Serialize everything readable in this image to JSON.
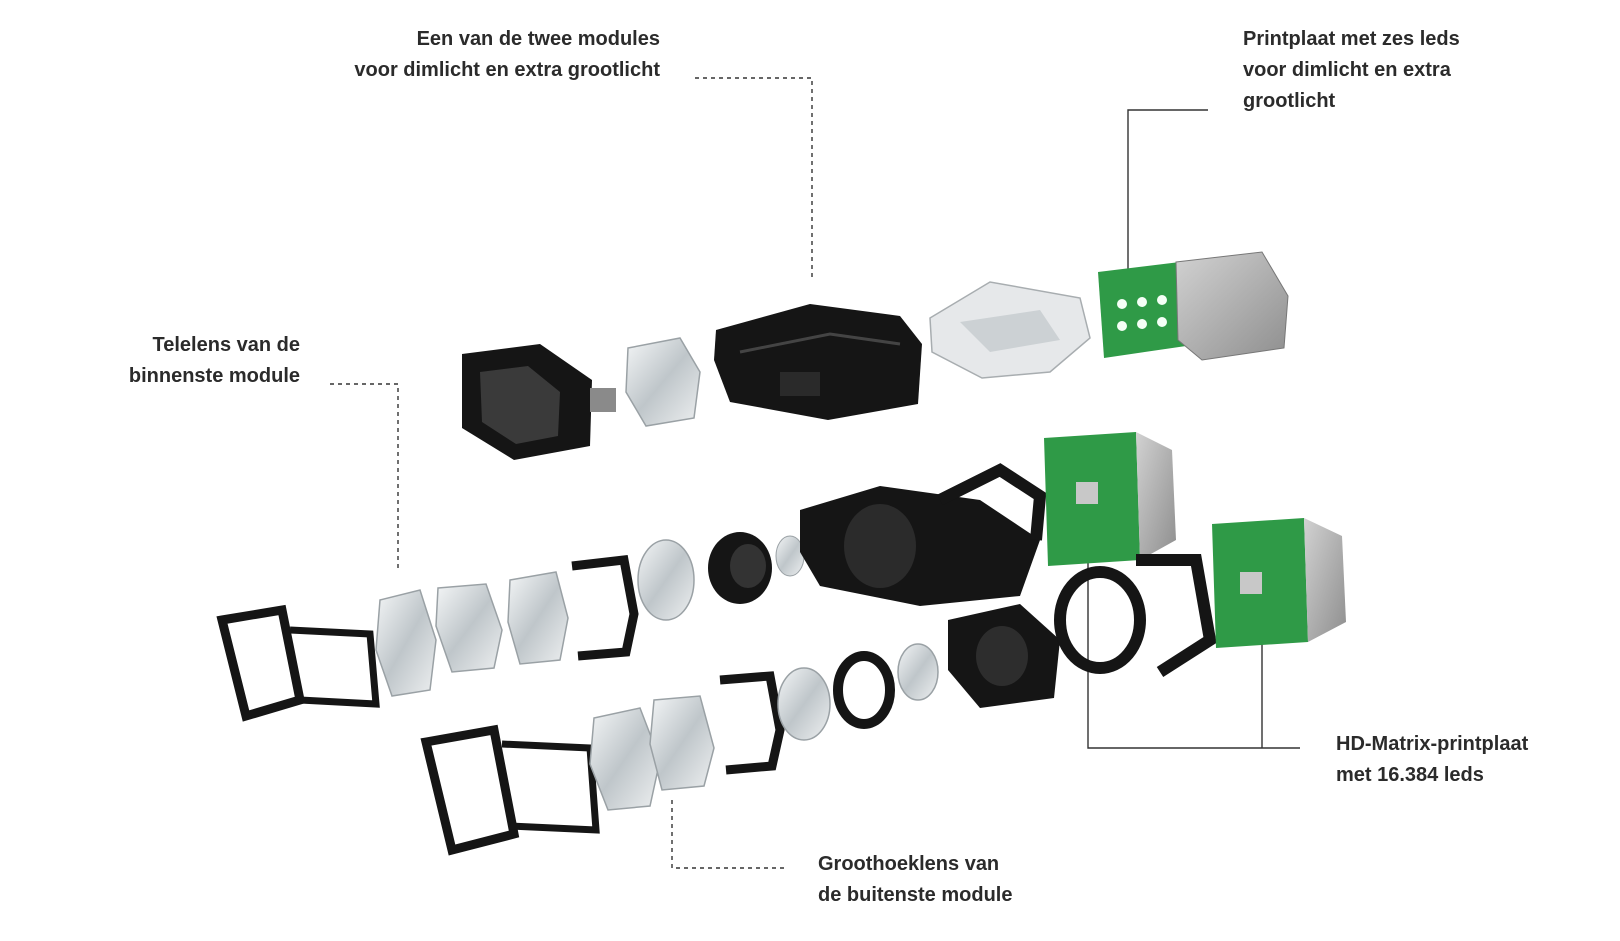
{
  "labels": {
    "top_module": {
      "line1": "Een van de twee modules",
      "line2": "voor dimlicht en extra grootlicht"
    },
    "pcb_six_leds": {
      "line1": "Printplaat met zes leds",
      "line2": "voor dimlicht en extra",
      "line3": "grootlicht"
    },
    "tele_lens": {
      "line1": "Telelens van de",
      "line2": "binnenste module"
    },
    "hd_matrix": {
      "line1": "HD-Matrix-printplaat",
      "line2": "met 16.384 leds"
    },
    "wide_lens": {
      "line1": "Groothoeklens van",
      "line2": "de buitenste module"
    }
  },
  "colors": {
    "pcb_green": "#2f9a47",
    "housing_black": "#151515",
    "heatsink_grey": "#a9a9a9",
    "lens": "#d8dde0",
    "text": "#2b2b2b"
  }
}
